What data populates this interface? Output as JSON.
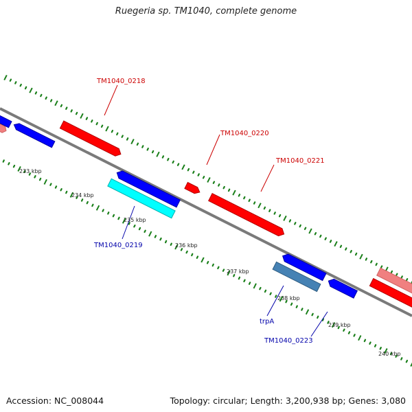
{
  "title": "Ruegeria sp. TM1040, complete genome",
  "footer": {
    "accession": "Accession: NC_008044",
    "stats": "Topology: circular; Length: 3,200,938 bp; Genes: 3,080"
  },
  "colors": {
    "backbone": "#7a7a7a",
    "tick": "#1a7f1a",
    "forward_gene": "#ff0000",
    "forward_gene_faded": "#f08080",
    "reverse_gene": "#0000ff",
    "reverse_cyan": "#00ffff",
    "reverse_steel": "#4682b4",
    "label_forward": "#cc0000",
    "label_reverse": "#0000aa",
    "scale_text": "#222222"
  },
  "scale_labels": [
    "233 kbp",
    "234 kbp",
    "235 kbp",
    "236 kbp",
    "237 kbp",
    "238 kbp",
    "239 kbp",
    "240 kbp"
  ],
  "genes": [
    {
      "name": "TM1040_0218",
      "strand": "forward"
    },
    {
      "name": "TM1040_0220",
      "strand": "forward"
    },
    {
      "name": "TM1040_0221",
      "strand": "forward"
    },
    {
      "name": "TM1040_0219",
      "strand": "reverse"
    },
    {
      "name": "trpA",
      "strand": "reverse"
    },
    {
      "name": "TM1040_0223",
      "strand": "reverse"
    }
  ]
}
